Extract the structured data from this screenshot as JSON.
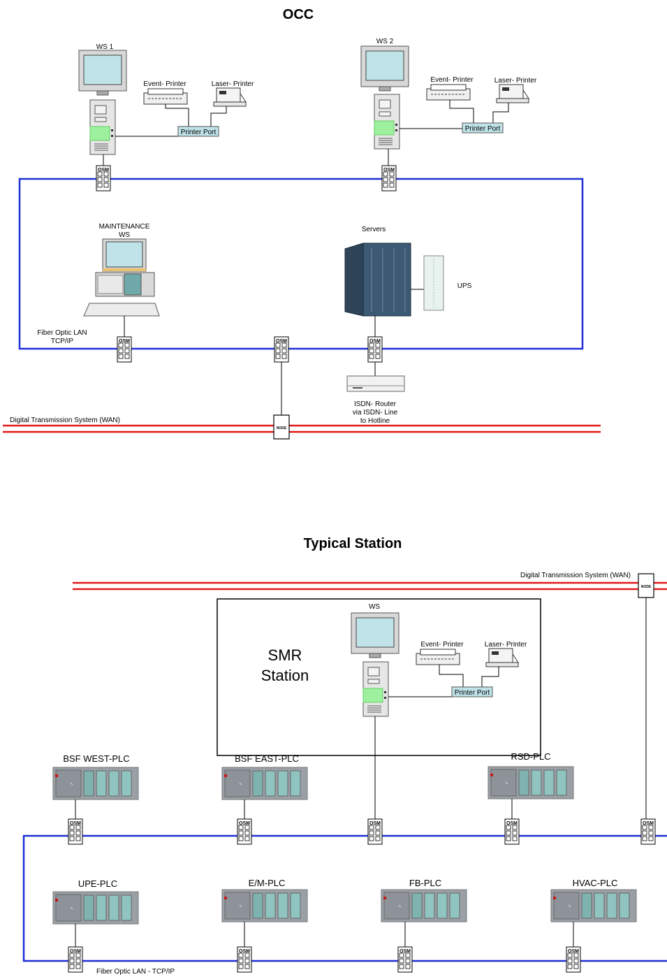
{
  "occ": {
    "title": "OCC",
    "ws1": "WS 1",
    "ws2": "WS 2",
    "event_printer": "Event- Printer",
    "laser_printer": "Laser- Printer",
    "printer_port": "Printer Port",
    "maintenance_ws_line1": "MAINTENANCE",
    "maintenance_ws_line2": "WS",
    "servers": "Servers",
    "ups": "UPS",
    "lan_line1": "Fiber Optic LAN",
    "lan_line2": "TCP/IP",
    "isdn_line1": "ISDN- Router",
    "isdn_line2": "via ISDN- Line",
    "isdn_line3": "to Hotline",
    "wan": "Digital Transmission System (WAN)"
  },
  "station": {
    "title": "Typical Station",
    "wan": "Digital Transmission System (WAN)",
    "smr_line1": "SMR",
    "smr_line2": "Station",
    "ws": "WS",
    "event_printer": "Event- Printer",
    "laser_printer": "Laser- Printer",
    "printer_port": "Printer Port",
    "plcs": [
      "BSF WEST-PLC",
      "BSF EAST-PLC",
      "RSD-PLC",
      "UPE-PLC",
      "E/M-PLC",
      "FB-PLC",
      "HVAC-PLC"
    ],
    "lan": "Fiber Optic LAN - TCP/IP"
  },
  "osm_label": "OSM",
  "node_label": "NODE",
  "colors": {
    "lan": "#1f2fd6",
    "wan": "#e01818",
    "port": "#bfe3e8"
  }
}
